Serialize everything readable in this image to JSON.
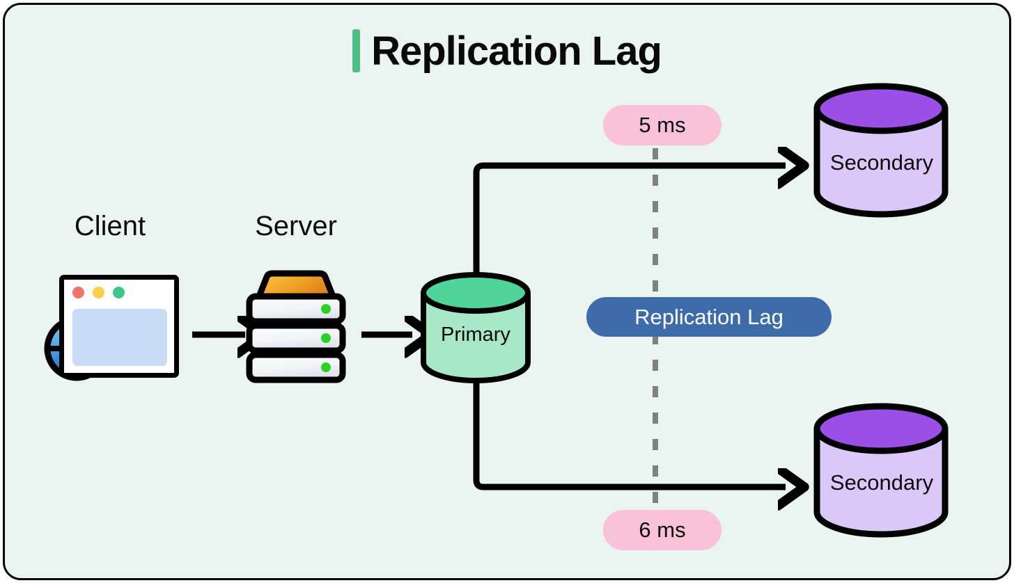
{
  "title": {
    "text": "Replication Lag",
    "accent_color": "#4FBE82"
  },
  "theme": {
    "background": "#EAF4F0",
    "border": "#000000",
    "primary_body": "#A8E8C6",
    "primary_top": "#4FD49A",
    "secondary_body": "#DCC8F8",
    "secondary_top": "#9B4FE6",
    "latency_pill": "#F9C2D9",
    "lag_pill": "#3D6CA8",
    "dashed_line": "#808080"
  },
  "nodes": {
    "client": {
      "caption": "Client",
      "icon": "browser-globe-icon",
      "dots": [
        {
          "name": "red",
          "color": "#F4736B"
        },
        {
          "name": "yellow",
          "color": "#F9CF4D"
        },
        {
          "name": "green",
          "color": "#3DC88A"
        }
      ]
    },
    "server": {
      "caption": "Server",
      "icon": "server-rack-icon",
      "units": 3,
      "led_color": "#29D321",
      "top_color": "#F0A419"
    },
    "primary": {
      "label": "Primary",
      "shape": "cylinder"
    },
    "secondary_top": {
      "label": "Secondary",
      "shape": "cylinder"
    },
    "secondary_bottom": {
      "label": "Secondary",
      "shape": "cylinder"
    }
  },
  "badges": {
    "latency_top": "5 ms",
    "latency_bottom": "6 ms",
    "replication_lag": "Replication Lag"
  },
  "connectors": [
    {
      "name": "client-to-server",
      "style": "straight-arrow"
    },
    {
      "name": "server-to-primary",
      "style": "straight-arrow"
    },
    {
      "name": "primary-to-secondary-top",
      "style": "elbow-arrow"
    },
    {
      "name": "primary-to-secondary-bottom",
      "style": "elbow-arrow"
    },
    {
      "name": "lag-divider",
      "style": "dashed-vertical"
    }
  ]
}
